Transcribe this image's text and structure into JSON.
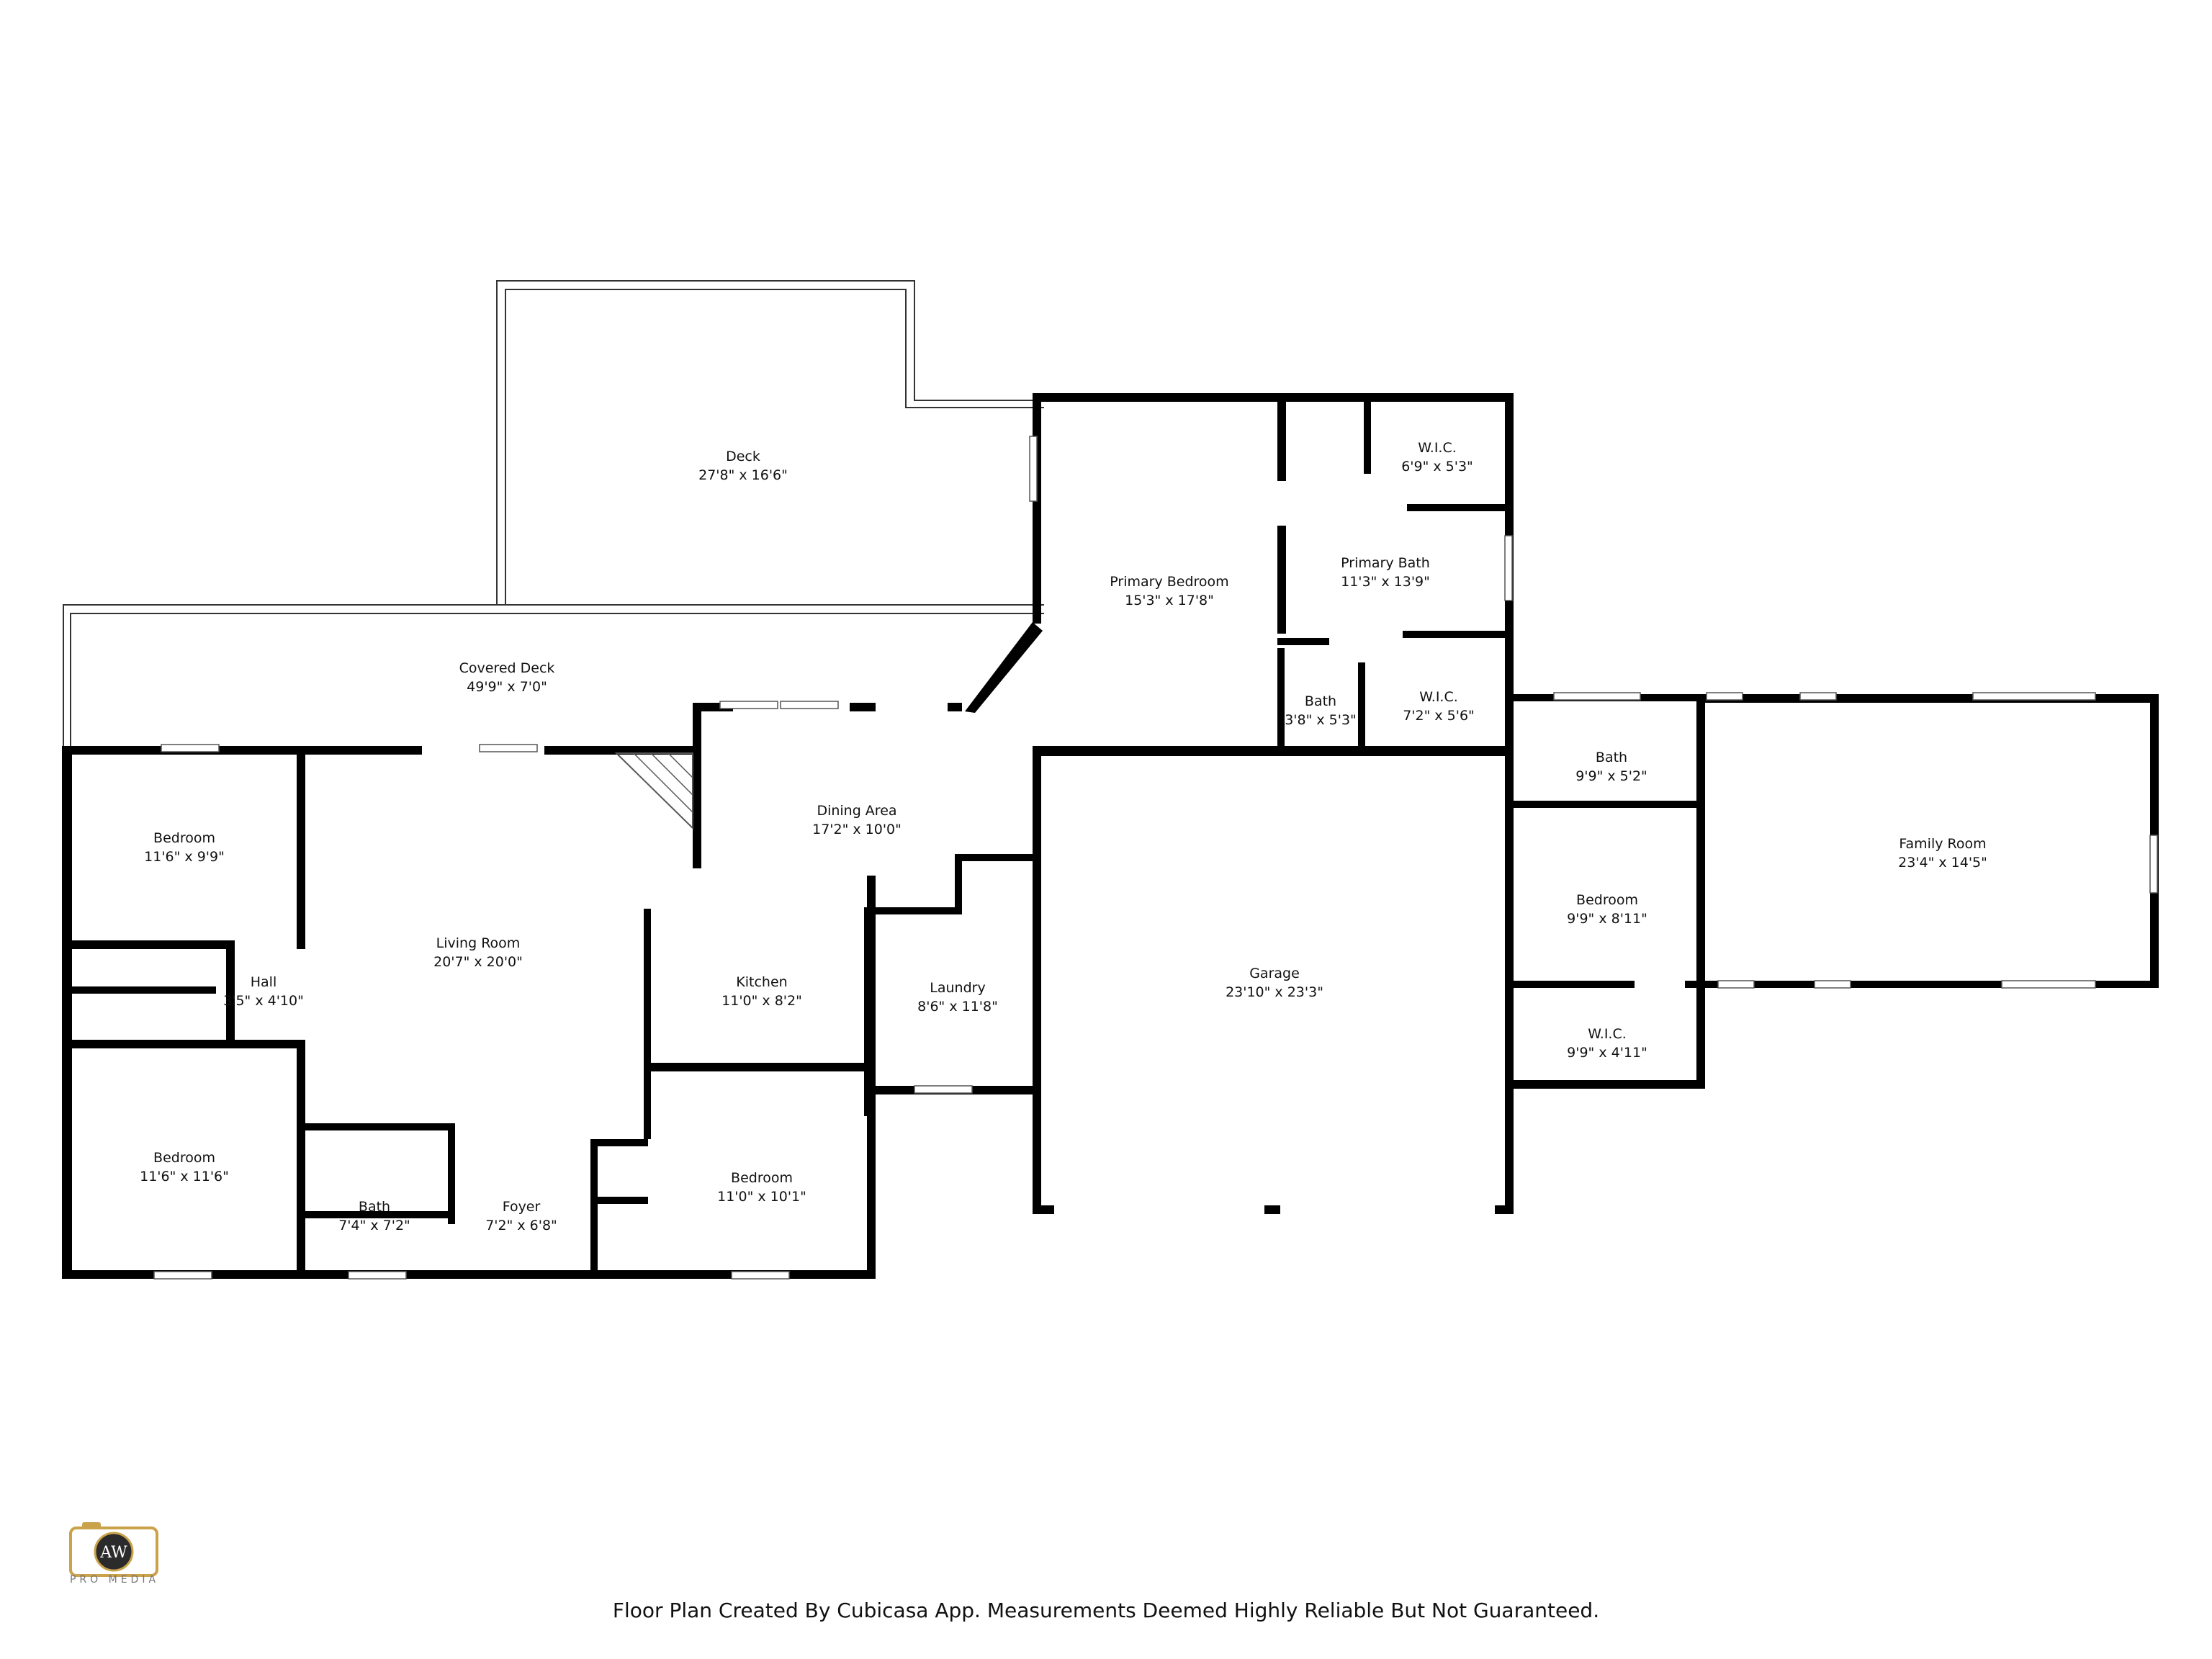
{
  "rooms": {
    "deck": {
      "name": "Deck",
      "dim": "27'8\" x 16'6\""
    },
    "covered_deck": {
      "name": "Covered Deck",
      "dim": "49'9\" x 7'0\""
    },
    "primary_bedroom": {
      "name": "Primary Bedroom",
      "dim": "15'3\" x 17'8\""
    },
    "wic_top": {
      "name": "W.I.C.",
      "dim": "6'9\" x 5'3\""
    },
    "primary_bath": {
      "name": "Primary Bath",
      "dim": "11'3\" x 13'9\""
    },
    "bath_small": {
      "name": "Bath",
      "dim": "3'8\" x 5'3\""
    },
    "wic_mid": {
      "name": "W.I.C.",
      "dim": "7'2\" x 5'6\""
    },
    "bedroom_1": {
      "name": "Bedroom",
      "dim": "11'6\" x 9'9\""
    },
    "living_room": {
      "name": "Living Room",
      "dim": "20'7\" x 20'0\""
    },
    "dining_area": {
      "name": "Dining Area",
      "dim": "17'2\" x 10'0\""
    },
    "hall": {
      "name": "Hall",
      "dim": "3'5\" x 4'10\""
    },
    "kitchen": {
      "name": "Kitchen",
      "dim": "11'0\" x 8'2\""
    },
    "laundry": {
      "name": "Laundry",
      "dim": "8'6\" x 11'8\""
    },
    "garage": {
      "name": "Garage",
      "dim": "23'10\" x 23'3\""
    },
    "bedroom_2": {
      "name": "Bedroom",
      "dim": "11'6\" x 11'6\""
    },
    "bath_2": {
      "name": "Bath",
      "dim": "7'4\" x 7'2\""
    },
    "foyer": {
      "name": "Foyer",
      "dim": "7'2\" x 6'8\""
    },
    "bedroom_3": {
      "name": "Bedroom",
      "dim": "11'0\" x 10'1\""
    },
    "bath_3": {
      "name": "Bath",
      "dim": "9'9\" x 5'2\""
    },
    "bedroom_4": {
      "name": "Bedroom",
      "dim": "9'9\" x 8'11\""
    },
    "wic_bottom": {
      "name": "W.I.C.",
      "dim": "9'9\" x 4'11\""
    },
    "family_room": {
      "name": "Family Room",
      "dim": "23'4\" x 14'5\""
    }
  },
  "logo": {
    "initials": "AW",
    "caption": "PRO MEDIA",
    "accent": "#c9a24a"
  },
  "footer": {
    "text": "Floor Plan Created By Cubicasa App. Measurements Deemed Highly Reliable But Not Guaranteed."
  }
}
